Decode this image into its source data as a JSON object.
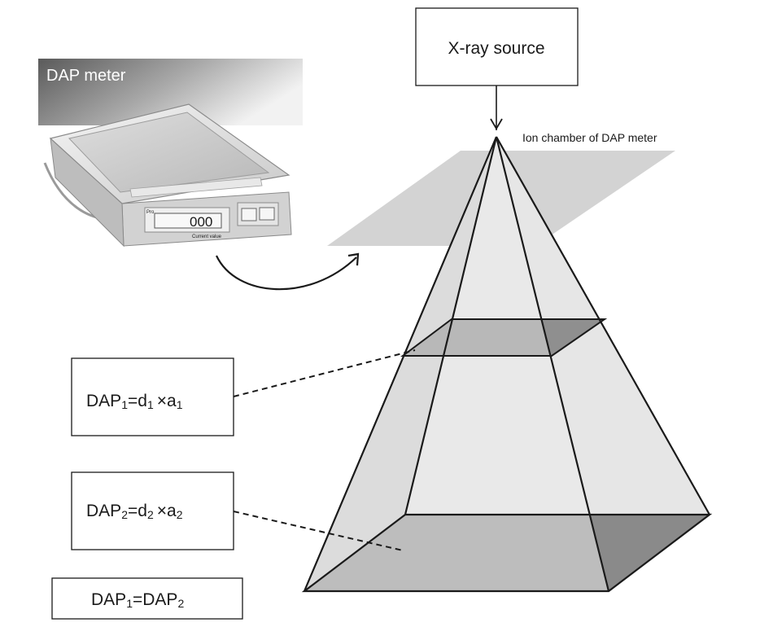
{
  "source_box": {
    "label": "X-ray source"
  },
  "ion_chamber": {
    "label": "Ion chamber of DAP meter"
  },
  "dap_meter_photo": {
    "label": "DAP meter",
    "display_digits": "000",
    "panel_text": "Pro",
    "caption_text": "Current value"
  },
  "equations": [
    {
      "lhs": "DAP",
      "sub1": "1",
      "mid": "=d",
      "sub2": "1",
      "times": "×a",
      "sub3": "1"
    },
    {
      "lhs": "DAP",
      "sub1": "2",
      "mid": "=d",
      "sub2": "2",
      "times": "×a",
      "sub3": "2"
    }
  ],
  "equality": {
    "left": "DAP",
    "sub_left": "1",
    "mid": "=DAP",
    "sub_right": "2"
  },
  "colors": {
    "outline": "#1a1a1a",
    "plane": "#d3d3d3",
    "light_face": "#e3e3e3",
    "mid_face": "#c4c4c4",
    "dark_face": "#8f8f8f"
  }
}
